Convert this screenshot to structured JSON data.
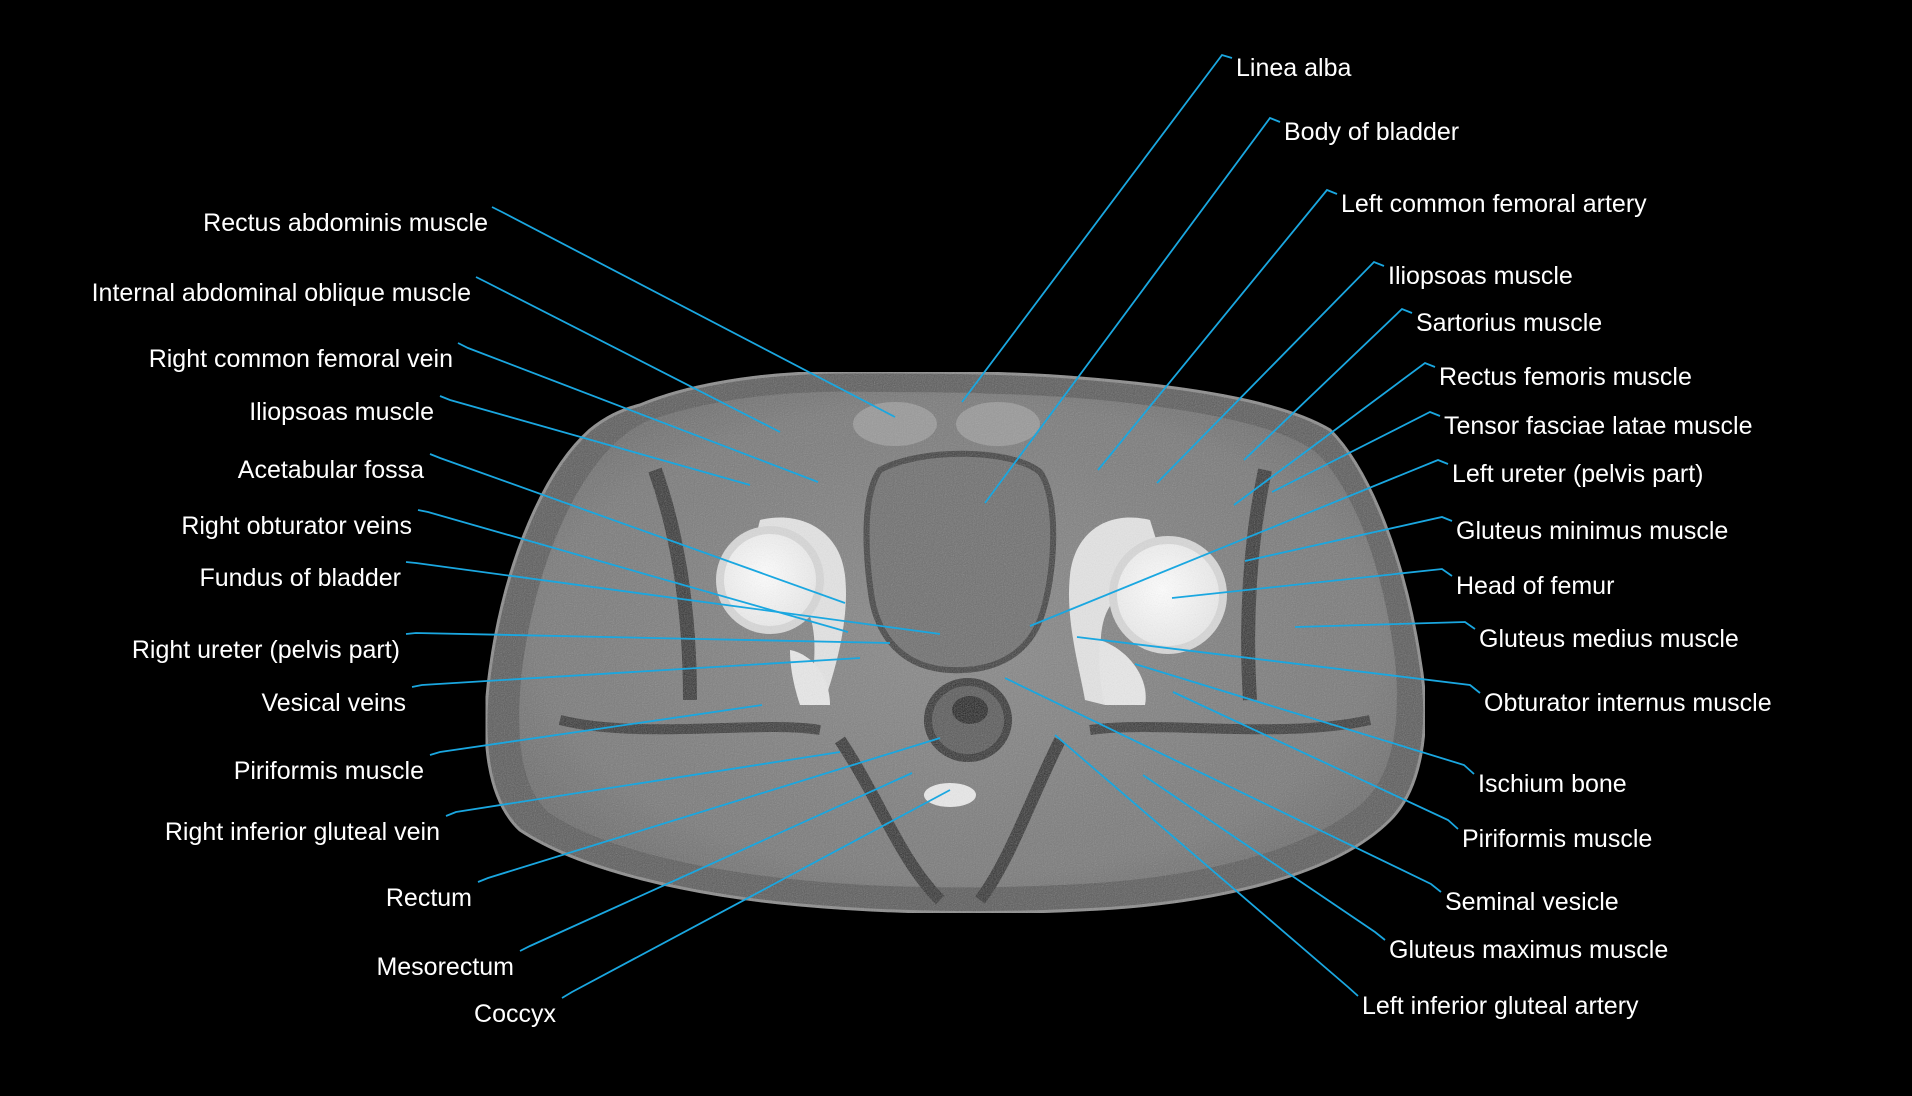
{
  "colors": {
    "background": "#000000",
    "leader_line": "#1aa7e0",
    "label_text": "#ffffff"
  },
  "image": {
    "semantic": "axial-ct-scan-of-male-pelvis"
  },
  "labels_left": [
    {
      "text": "Rectus abdominis muscle"
    },
    {
      "text": "Internal abdominal oblique muscle"
    },
    {
      "text": "Right common femoral vein"
    },
    {
      "text": "Iliopsoas muscle"
    },
    {
      "text": "Acetabular fossa"
    },
    {
      "text": "Right obturator veins"
    },
    {
      "text": "Fundus of bladder"
    },
    {
      "text": "Right ureter (pelvis part)"
    },
    {
      "text": "Vesical veins"
    },
    {
      "text": "Piriformis muscle"
    },
    {
      "text": "Right inferior gluteal vein"
    },
    {
      "text": "Rectum"
    },
    {
      "text": "Mesorectum"
    },
    {
      "text": "Coccyx"
    }
  ],
  "labels_right": [
    {
      "text": "Linea alba"
    },
    {
      "text": "Body of bladder"
    },
    {
      "text": "Left common femoral artery"
    },
    {
      "text": "Iliopsoas muscle"
    },
    {
      "text": "Sartorius muscle"
    },
    {
      "text": "Rectus femoris muscle"
    },
    {
      "text": "Tensor fasciae latae muscle"
    },
    {
      "text": "Left ureter (pelvis part)"
    },
    {
      "text": "Gluteus minimus muscle"
    },
    {
      "text": "Head of femur"
    },
    {
      "text": "Gluteus medius muscle"
    },
    {
      "text": "Obturator internus muscle"
    },
    {
      "text": "Ischium bone"
    },
    {
      "text": "Piriformis muscle"
    },
    {
      "text": "Seminal vesicle"
    },
    {
      "text": "Gluteus maximus muscle"
    },
    {
      "text": "Left inferior gluteal artery"
    }
  ]
}
